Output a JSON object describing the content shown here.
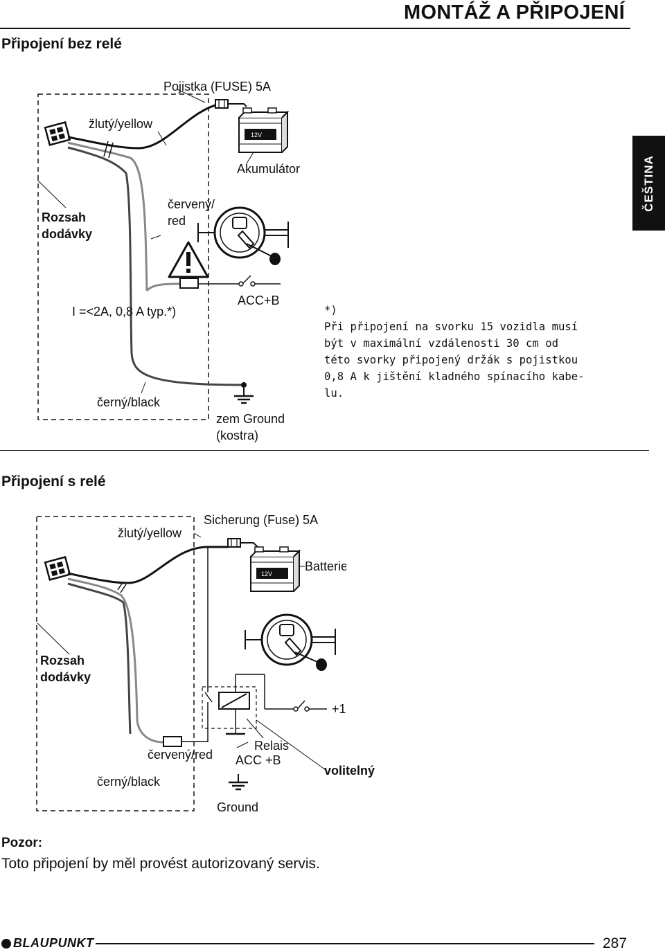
{
  "header": {
    "title": "MONTÁŽ A PŘIPOJENÍ",
    "language_tab": "ČEŠTINA"
  },
  "section1": {
    "heading": "Připojení bez relé",
    "labels": {
      "fuse": "Pojistka (FUSE) 5A",
      "yellow": "žlutý/yellow",
      "battery": "Akumulátor",
      "battery_badge": "12V",
      "scope": "Rozsah\ndodávky",
      "red": "červený/\nred",
      "current": "I =<2A, 0,8 A typ.*)",
      "acc": "ACC+B",
      "black": "černý/black",
      "ground": "zem Ground\n(kostra)"
    },
    "note": {
      "marker": "*)",
      "lines": [
        "Při připojení na svorku 15 vozidla musí",
        "být v maximální vzdálenosti 30 cm od",
        "této svorky připojený držák s pojistkou",
        "0,8 A k jištění kladného spínacího kabe-",
        "lu."
      ]
    }
  },
  "section2": {
    "heading": "Připojení s relé",
    "labels": {
      "fuse": "Sicherung (Fuse) 5A",
      "yellow": "žlutý/yellow",
      "battery": "Batterie",
      "battery_badge": "12V",
      "scope": "Rozsah\ndodávky",
      "plus": "+1",
      "relay": "Relais",
      "red": "červený/red",
      "acc": "ACC +B",
      "optional": "volitelný",
      "black": "černý/black",
      "ground": "Ground"
    }
  },
  "warning": {
    "title": "Pozor:",
    "text": "Toto připojení by měl provést autorizovaný servis."
  },
  "footer": {
    "brand": "BLAUPUNKT",
    "page_number": "287"
  }
}
